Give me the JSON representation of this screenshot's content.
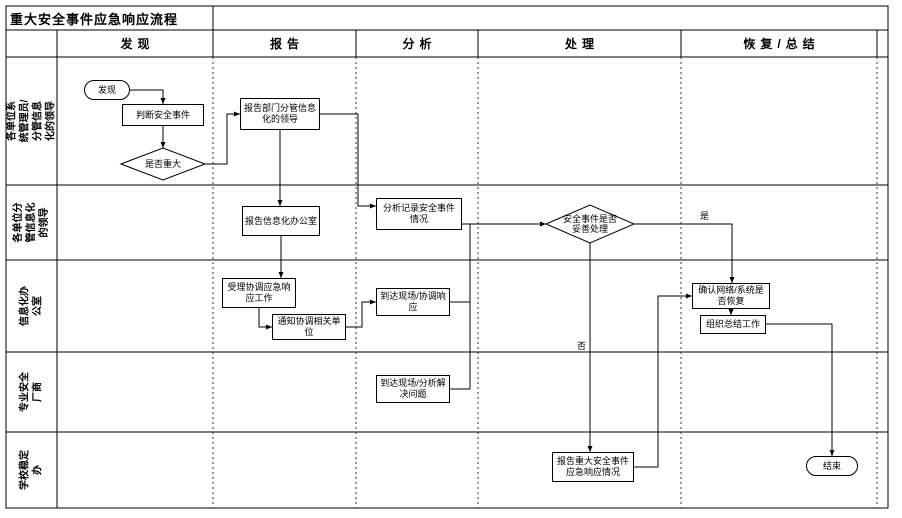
{
  "title": "重大安全事件应急响应流程",
  "phases": [
    "发现",
    "报告",
    "分析",
    "处理",
    "恢复/总结"
  ],
  "lanes": [
    "各单位系统管理员/分管信息化的领导",
    "各单位分管信息化的领导",
    "信息化办公室",
    "专业安全厂商",
    "学校稳定办"
  ],
  "nodes": {
    "start": "发现",
    "judge": "判断安全事件",
    "is_major": "是否重大",
    "report_dept_leader": "报告部门分管信息化的领导",
    "report_it_office": "报告信息化办公室",
    "analyze_record": "分析记录安全事件情况",
    "properly_handled": "安全事件是否妥善处理",
    "accept_coordinate": "受理协调应急响应工作",
    "notify_units": "通知协调相关单位",
    "onsite_coordinate": "到达现场/协调响应",
    "onsite_analyze": "到达现场/分析解决问题",
    "confirm_recovery": "确认网络/系统是否恢复",
    "organize_summary": "组织总结工作",
    "report_major": "报告重大安全事件应急响应情况",
    "end": "结束"
  },
  "edge_labels": {
    "yes": "是",
    "no": "否"
  },
  "colors": {
    "line": "#000000",
    "background": "#ffffff"
  }
}
